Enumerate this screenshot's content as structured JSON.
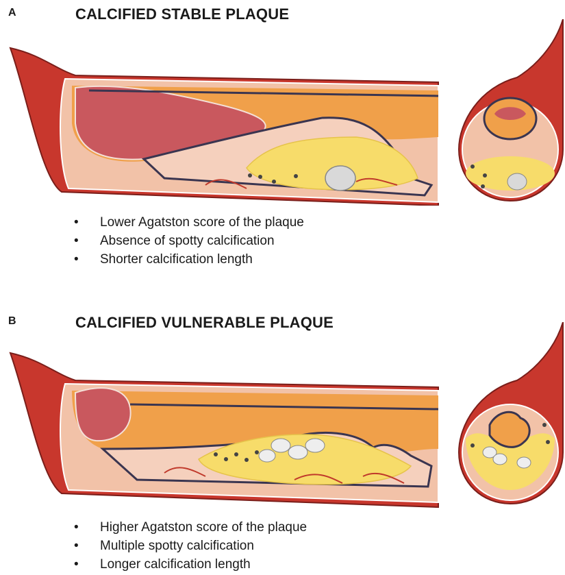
{
  "panels": [
    {
      "letter": "A",
      "title": "CALCIFIED STABLE PLAQUE",
      "bullet_glyph": "•",
      "bullets": [
        "Lower Agatston score of the plaque",
        "Absence of spotty calcification",
        "Shorter calcification length"
      ]
    },
    {
      "letter": "B",
      "title": "CALCIFIED VULNERABLE PLAQUE",
      "bullet_glyph": "•",
      "bullets": [
        "Higher Agatston score of the plaque",
        "Multiple spotty calcification",
        "Longer calcification length"
      ]
    }
  ],
  "colors": {
    "adventitia": "#c8372d",
    "adventitia_dark": "#8e1f1a",
    "wall": "#f2c2a8",
    "lumen": "#f0a04a",
    "blood": "#c9585e",
    "lipid": "#f7dc6a",
    "calcium": "#d9d9d9",
    "vessel_line": "#3a3550"
  }
}
